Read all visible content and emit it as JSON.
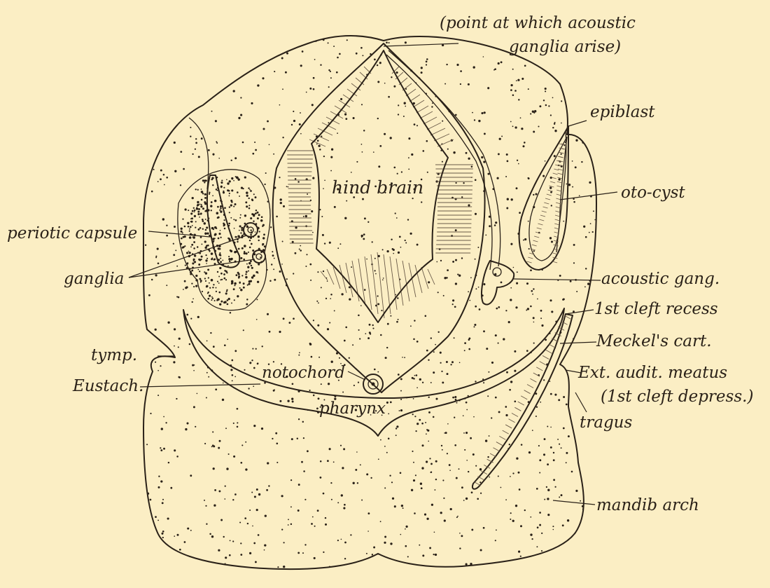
{
  "labels": {
    "point_acoustic_1": "(point at which acoustic",
    "point_acoustic_2": "ganglia arise)",
    "epiblast": "epiblast",
    "hind_brain": "hind brain",
    "oto_cyst": "oto-cyst",
    "periotic_capsule": "periotic capsule",
    "ganglia": "ganglia",
    "acoustic_gang": "acoustic gang.",
    "first_cleft_recess": "1st cleft recess",
    "meckels_cart": "Meckel's cart.",
    "tymp": "tymp.",
    "ext_audit_meatus": "Ext. audit. meatus",
    "first_cleft_depress": "(1st cleft depress.)",
    "notochord": "notochord",
    "eustach": "Eustach.",
    "pharynx": "pharynx",
    "tragus": "tragus",
    "mandib_arch": "mandib arch"
  },
  "colors": {
    "paper": "#fbeec4",
    "ink": "#2a2118"
  }
}
